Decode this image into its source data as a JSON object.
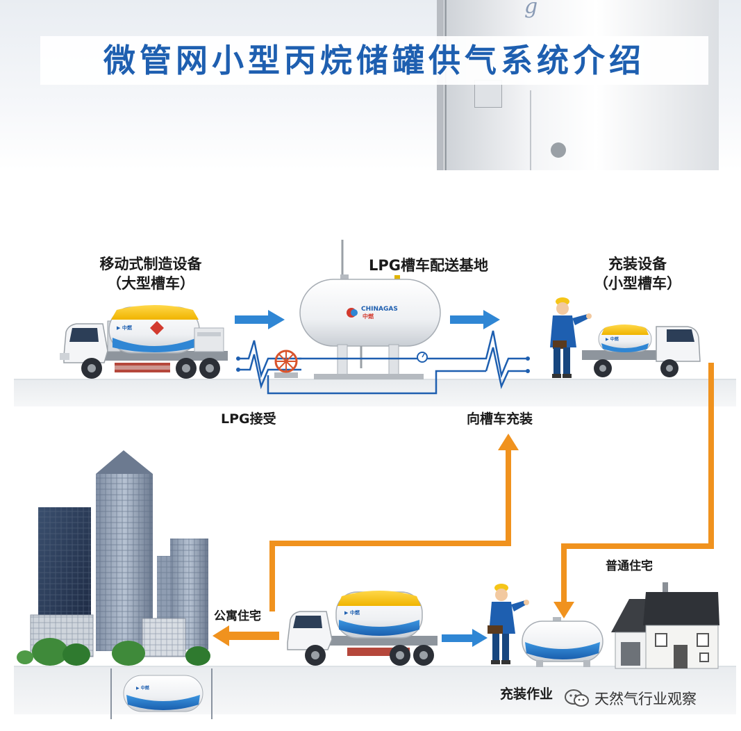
{
  "title": "微管网小型丙烷储罐供气系统介绍",
  "labels": {
    "mobile_equipment_line1": "移动式制造设备",
    "mobile_equipment_line2": "（大型槽车）",
    "distribution_base": "LPG槽车配送基地",
    "filling_equipment_line1": "充装设备",
    "filling_equipment_line2": "（小型槽车）",
    "lpg_receive": "LPG接受",
    "fill_tanker": "向槽车充装",
    "apartment": "公寓住宅",
    "residence": "普通住宅",
    "filling_operation": "充装作业"
  },
  "tank_logo": {
    "brand_en": "CHINAGAS",
    "brand_cn": "中燃"
  },
  "watermark": "天然气行业观察",
  "colors": {
    "title_blue": "#1e5fb0",
    "flow_orange": "#f0921e",
    "arrow_blue": "#2f86d4",
    "pipe_blue": "#1e5fb0",
    "tank_yellow": "#f5c518",
    "tank_blue": "#2f86d4"
  },
  "icons": [
    "blue-arrow-icon",
    "orange-flow-arrow-icon",
    "valve-wheel-icon",
    "pressure-gauge-icon",
    "wechat-icon"
  ]
}
